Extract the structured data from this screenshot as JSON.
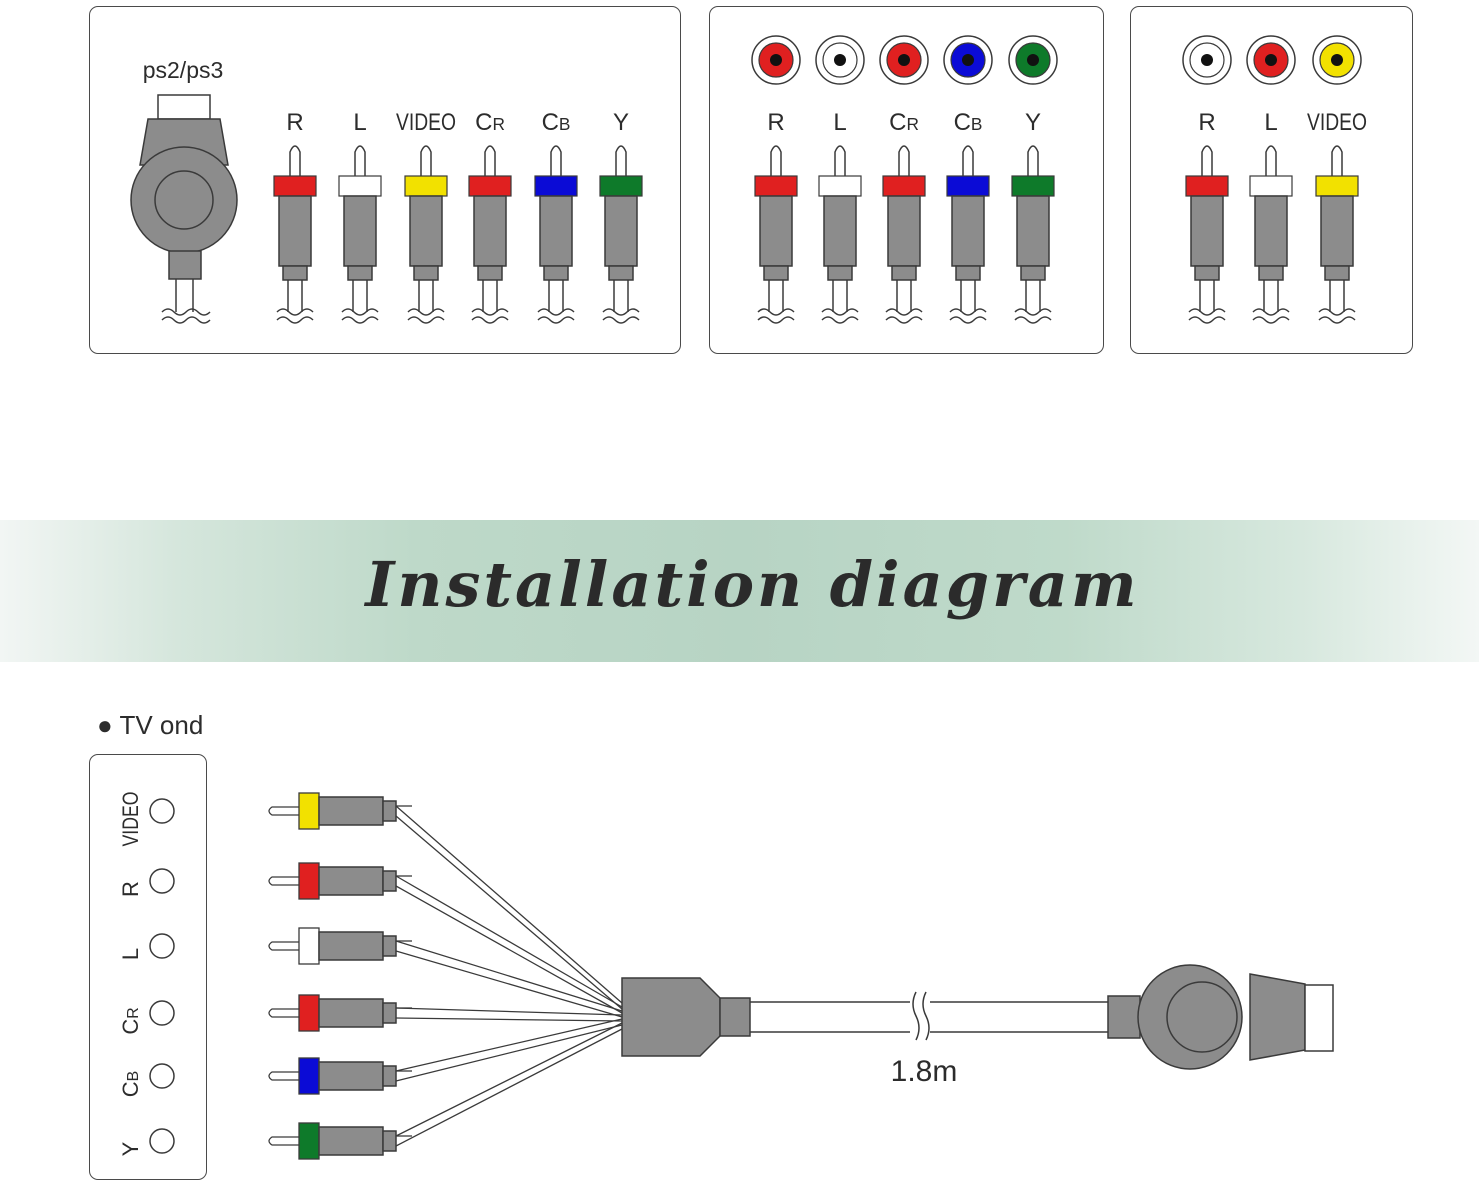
{
  "top_panels": {
    "ps_panel": {
      "console_label": "ps2/ps3",
      "plug_labels": [
        {
          "text": "R",
          "color": "#e02020"
        },
        {
          "text": "L",
          "color": "#ffffff"
        },
        {
          "text": "VIDEO",
          "color": "#f2e100"
        },
        {
          "text": "CR",
          "color": "#e02020"
        },
        {
          "text": "CB",
          "color": "#0b0bd6"
        },
        {
          "text": "Y",
          "color": "#0e7a2a"
        }
      ]
    },
    "component_panel": {
      "plug_labels": [
        {
          "text": "R",
          "color": "#e02020"
        },
        {
          "text": "L",
          "color": "#ffffff"
        },
        {
          "text": "CR",
          "color": "#e02020"
        },
        {
          "text": "CB",
          "color": "#0b0bd6"
        },
        {
          "text": "Y",
          "color": "#0e7a2a"
        }
      ]
    },
    "av_panel": {
      "plug_labels": [
        {
          "text": "R",
          "color": "#ffffff"
        },
        {
          "text": "L",
          "color": "#e02020"
        },
        {
          "text": "VIDEO",
          "color": "#f2e100"
        }
      ]
    }
  },
  "banner": {
    "title": "Installation diagram"
  },
  "installation": {
    "tv_label": "TV ond",
    "tv_ports": [
      "VIDEO",
      "R",
      "L",
      "CR",
      "CB",
      "Y"
    ],
    "plug_colors": [
      "#f2e100",
      "#e02020",
      "#ffffff",
      "#e02020",
      "#0b0bd6",
      "#0e7a2a"
    ],
    "cable_length": "1.8m"
  },
  "colors": {
    "plug_body": "#8c8c8c",
    "outline": "#3a3a3a"
  }
}
